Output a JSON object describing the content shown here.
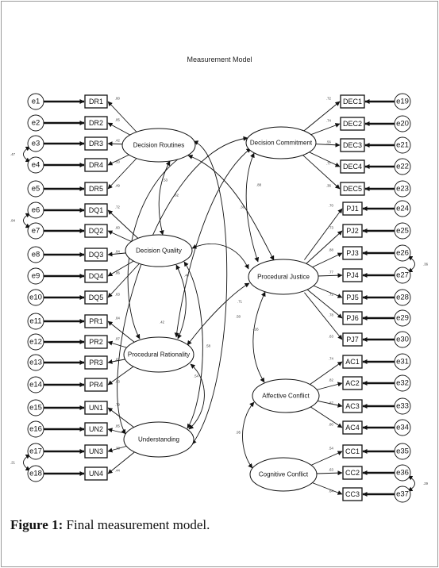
{
  "title": "Measurement Model",
  "caption": {
    "label": "Figure 1:",
    "text": " Final measurement model."
  },
  "latents": [
    {
      "id": "DR",
      "label": "Decision Routines"
    },
    {
      "id": "DQ",
      "label": "Decision Quality"
    },
    {
      "id": "PR",
      "label": "Procedural Rationality"
    },
    {
      "id": "UN",
      "label": "Understanding"
    },
    {
      "id": "DEC",
      "label": "Decision Commitment"
    },
    {
      "id": "PJ",
      "label": "Procedural Justice"
    },
    {
      "id": "AC",
      "label": "Affective Conflict"
    },
    {
      "id": "CC",
      "label": "Cognitive Conflict"
    }
  ],
  "left_indicators": [
    {
      "error": "e1",
      "name": "DR1",
      "latent": "DR",
      "loading": ".80"
    },
    {
      "error": "e2",
      "name": "DR2",
      "latent": "DR",
      "loading": ".85"
    },
    {
      "error": "e3",
      "name": "DR3",
      "latent": "DR",
      "loading": ".42"
    },
    {
      "error": "e4",
      "name": "DR4",
      "latent": "DR",
      "loading": ".50"
    },
    {
      "error": "e5",
      "name": "DR5",
      "latent": "DR",
      "loading": ".49"
    },
    {
      "error": "e6",
      "name": "DQ1",
      "latent": "DQ",
      "loading": ".72"
    },
    {
      "error": "e7",
      "name": "DQ2",
      "latent": "DQ",
      "loading": ".60"
    },
    {
      "error": "e8",
      "name": "DQ3",
      "latent": "DQ",
      "loading": ".84"
    },
    {
      "error": "e9",
      "name": "DQ4",
      "latent": "DQ",
      "loading": ".86"
    },
    {
      "error": "e10",
      "name": "DQ5",
      "latent": "DQ",
      "loading": ".63"
    },
    {
      "error": "e11",
      "name": "PR1",
      "latent": "PR",
      "loading": ".84"
    },
    {
      "error": "e12",
      "name": "PR2",
      "latent": "PR",
      "loading": ".87"
    },
    {
      "error": "e13",
      "name": "PR3",
      "latent": "PR",
      "loading": ".87"
    },
    {
      "error": "e14",
      "name": "PR4",
      "latent": "PR",
      "loading": ".83"
    },
    {
      "error": "e15",
      "name": "UN1",
      "latent": "UN",
      "loading": ".79"
    },
    {
      "error": "e16",
      "name": "UN2",
      "latent": "UN",
      "loading": ".85"
    },
    {
      "error": "e17",
      "name": "UN3",
      "latent": "UN",
      "loading": ".38"
    },
    {
      "error": "e18",
      "name": "UN4",
      "latent": "UN",
      "loading": ".44"
    }
  ],
  "right_indicators": [
    {
      "error": "e19",
      "name": "DEC1",
      "latent": "DEC",
      "loading": ".72"
    },
    {
      "error": "e20",
      "name": "DEC2",
      "latent": "DEC",
      "loading": ".74"
    },
    {
      "error": "e21",
      "name": "DEC3",
      "latent": "DEC",
      "loading": ".56"
    },
    {
      "error": "e22",
      "name": "DEC4",
      "latent": "DEC",
      "loading": ".77"
    },
    {
      "error": "e23",
      "name": "DEC5",
      "latent": "DEC",
      "loading": ".36"
    },
    {
      "error": "e24",
      "name": "PJ1",
      "latent": "PJ",
      "loading": ".70"
    },
    {
      "error": "e25",
      "name": "PJ2",
      "latent": "PJ",
      "loading": ".73"
    },
    {
      "error": "e26",
      "name": "PJ3",
      "latent": "PJ",
      "loading": ".88"
    },
    {
      "error": "e27",
      "name": "PJ4",
      "latent": "PJ",
      "loading": ".77"
    },
    {
      "error": "e28",
      "name": "PJ5",
      "latent": "PJ",
      "loading": ".72"
    },
    {
      "error": "e29",
      "name": "PJ6",
      "latent": "PJ",
      "loading": ".78"
    },
    {
      "error": "e30",
      "name": "PJ7",
      "latent": "PJ",
      "loading": ".63"
    },
    {
      "error": "e31",
      "name": "AC1",
      "latent": "AC",
      "loading": ".74"
    },
    {
      "error": "e32",
      "name": "AC2",
      "latent": "AC",
      "loading": ".82"
    },
    {
      "error": "e33",
      "name": "AC3",
      "latent": "AC",
      "loading": ".87"
    },
    {
      "error": "e34",
      "name": "AC4",
      "latent": "AC",
      "loading": ".80"
    },
    {
      "error": "e35",
      "name": "CC1",
      "latent": "CC",
      "loading": ".54"
    },
    {
      "error": "e36",
      "name": "CC2",
      "latent": "CC",
      "loading": ".63"
    },
    {
      "error": "e37",
      "name": "CC3",
      "latent": "CC",
      "loading": ".64"
    }
  ],
  "error_covariances": [
    {
      "a": "e3",
      "b": "e4",
      "value": ".47"
    },
    {
      "a": "e6",
      "b": "e7",
      "value": ".84"
    },
    {
      "a": "e17",
      "b": "e18",
      "value": ".21"
    },
    {
      "a": "e26",
      "b": "e27",
      "value": ".36"
    },
    {
      "a": "e36",
      "b": "e37",
      "value": ".29"
    }
  ],
  "latent_covariances": [
    {
      "a": "DR",
      "b": "DQ",
      "value": ".53"
    },
    {
      "a": "DR",
      "b": "PR",
      "value": ".62"
    },
    {
      "a": "DR",
      "b": "PJ",
      "value": ".38"
    },
    {
      "a": "DR",
      "b": "UN",
      "value": ""
    },
    {
      "a": "DEC",
      "b": "PJ",
      "value": ".88"
    },
    {
      "a": "DEC",
      "b": "PR",
      "value": ".50"
    },
    {
      "a": "DEC",
      "b": "UN",
      "value": ""
    },
    {
      "a": "DQ",
      "b": "PR",
      "value": ".42"
    },
    {
      "a": "DQ",
      "b": "PJ",
      "value": ".71"
    },
    {
      "a": "DQ",
      "b": "UN",
      "value": ".58"
    },
    {
      "a": "PR",
      "b": "PJ",
      "value": ".40"
    },
    {
      "a": "PR",
      "b": "UN",
      "value": ".54"
    },
    {
      "a": "PJ",
      "b": "AC",
      "value": "-.26"
    },
    {
      "a": "AC",
      "b": "CC",
      "value": ".95"
    }
  ]
}
